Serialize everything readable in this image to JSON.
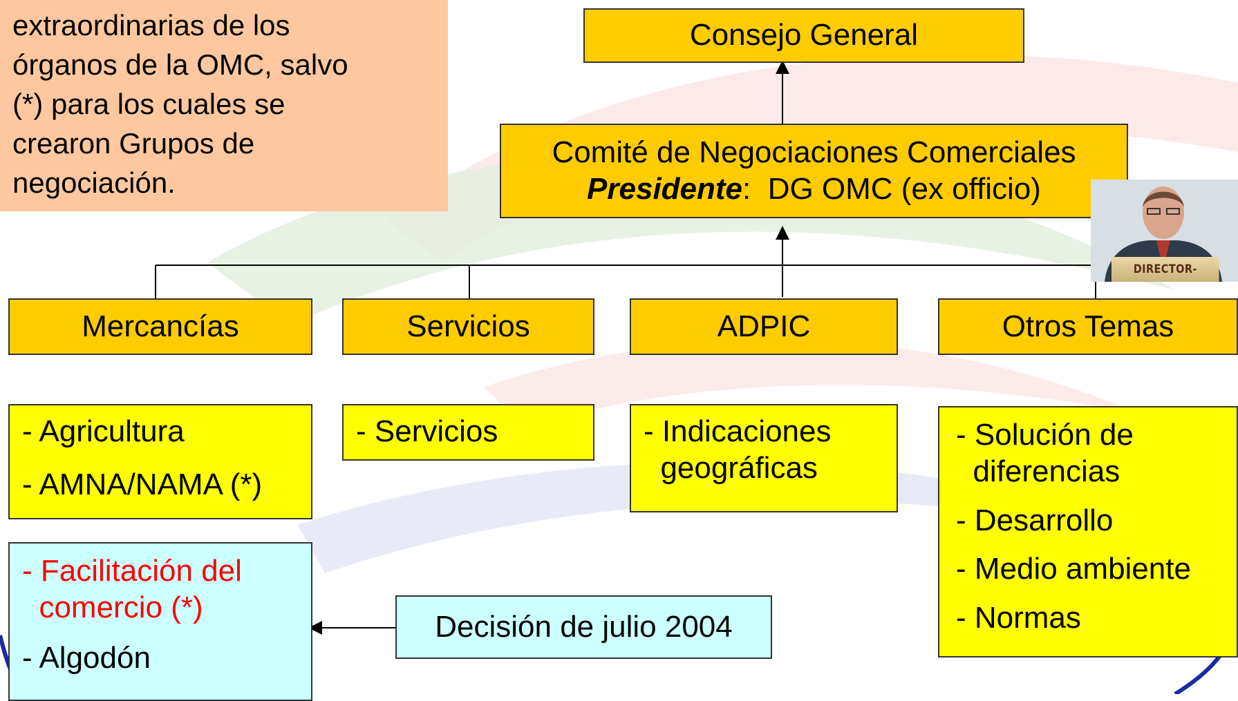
{
  "note": {
    "lines": [
      "extraordinarias de los",
      "órganos de la OMC, salvo",
      "(*) para los cuales se",
      "crearon Grupos de",
      "negociación."
    ]
  },
  "top": {
    "consejo": "Consejo General",
    "comite_title": "Comité de Negociaciones Comerciales",
    "presidente_label": "Presidente",
    "presidente_rest": ":  DG OMC (ex officio)"
  },
  "photo": {
    "banner": "DIRECTOR-GENERAL"
  },
  "categories": [
    "Mercancías",
    "Servicios",
    "ADPIC",
    "Otros Temas"
  ],
  "groups": {
    "mercancias": [
      "- Agricultura",
      "- AMNA/NAMA (*)"
    ],
    "servicios": [
      "- Servicios"
    ],
    "adpic": [
      "- Indicaciones",
      "  geográficas"
    ],
    "otros": [
      "- Solución de",
      "  diferencias",
      "- Desarrollo",
      "- Medio ambiente",
      "- Normas"
    ]
  },
  "cyan": {
    "facilitacion_1": "- Facilitación del",
    "facilitacion_2": "  comercio (*)",
    "algodon": "- Algodón",
    "decision": "Decisión de julio 2004"
  },
  "colors": {
    "orange": "#ffcc00",
    "yellow": "#ffff00",
    "cyan": "#ccffff",
    "note": "#fdc89f",
    "red": "#ff0000"
  }
}
